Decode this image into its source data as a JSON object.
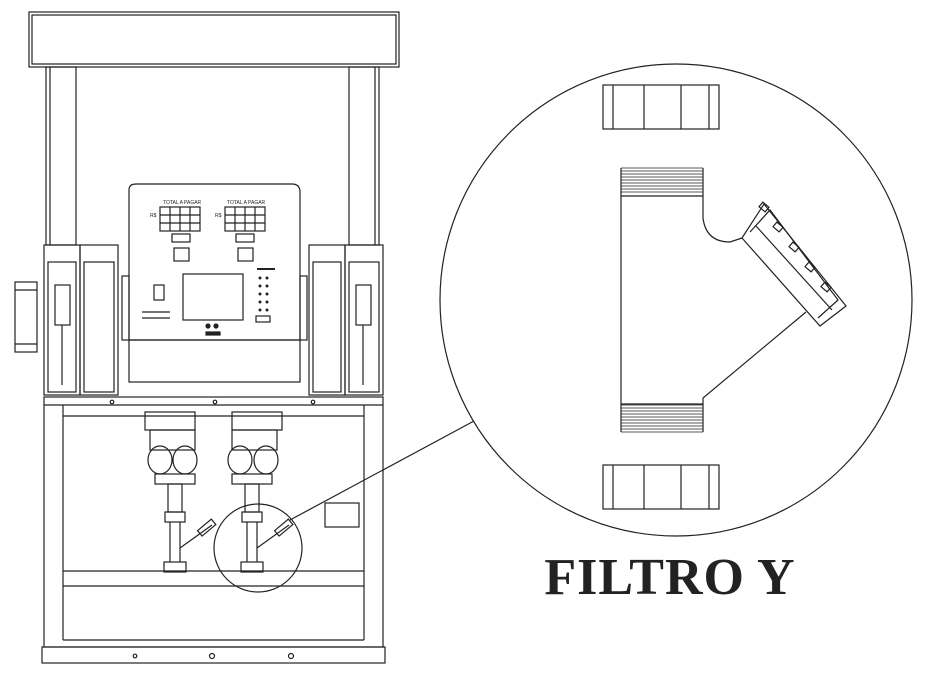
{
  "diagram": {
    "caption": "FILTRO Y",
    "colors": {
      "stroke": "#222222",
      "background": "#ffffff"
    },
    "display": {
      "label_left_header": "TOTAL A PAGAR",
      "label_right_header": "TOTAL A PAGAR",
      "label_left_currency": "R$",
      "label_right_currency": "R$"
    }
  }
}
